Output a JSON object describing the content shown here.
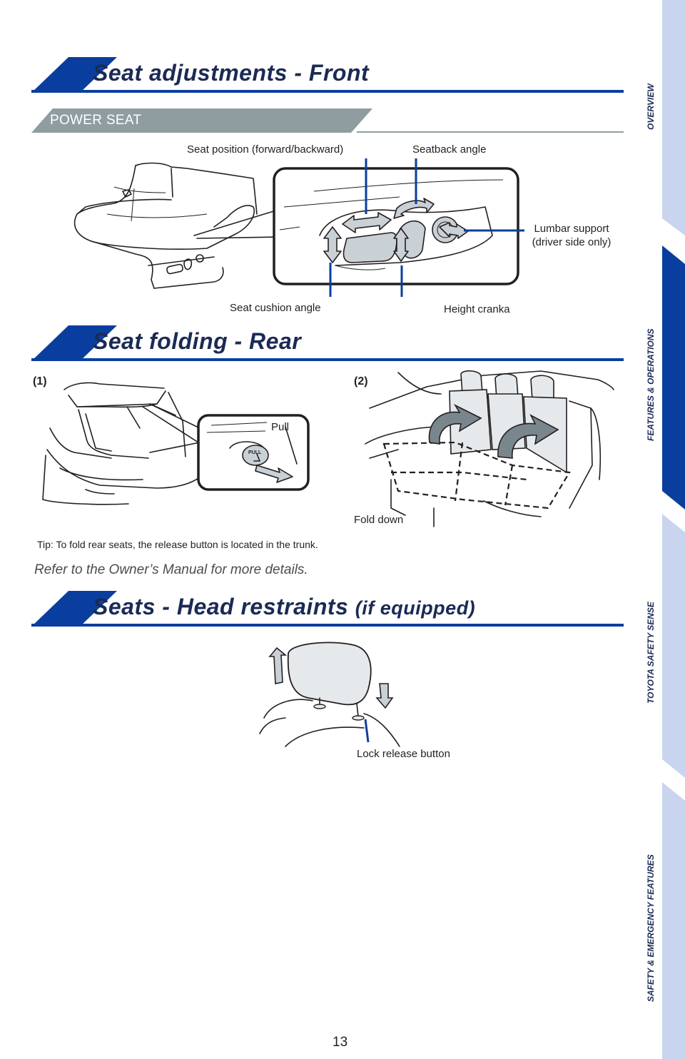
{
  "sections": {
    "front": {
      "title": "Seat adjustments - Front"
    },
    "rear": {
      "title": "Seat folding - Rear"
    },
    "head": {
      "title": "Seats - Head restraints",
      "subtitle": "(if equipped)"
    }
  },
  "power_seat": {
    "bar_label": "POWER SEAT",
    "labels": {
      "seat_position": "Seat position (forward/backward)",
      "seatback_angle": "Seatback angle",
      "lumbar_line1": "Lumbar support",
      "lumbar_line2": "(driver side only)",
      "seat_cushion": "Seat cushion angle",
      "height": "Height cranka"
    }
  },
  "rear_folding": {
    "step1": "(1)",
    "step2": "(2)",
    "pull": "Pull",
    "button_text": "PULL",
    "fold_down": "Fold down",
    "tip": "Tip: To fold rear seats, the release button is located in the trunk."
  },
  "refer": "Refer to the Owner’s Manual for more details.",
  "head_restraint": {
    "lock_release": "Lock release button"
  },
  "side_nav": [
    {
      "label": "OVERVIEW",
      "active": false
    },
    {
      "label": "FEATURES & OPERATIONS",
      "active": true
    },
    {
      "label": "TOYOTA SAFETY SENSE",
      "active": false
    },
    {
      "label": "SAFETY & EMERGENCY FEATURES",
      "active": false
    }
  ],
  "page_number": "13",
  "colors": {
    "brand_blue": "#0a3e9e",
    "tab_light": "#c9d5ee",
    "bar_gray": "#8f9da1"
  }
}
